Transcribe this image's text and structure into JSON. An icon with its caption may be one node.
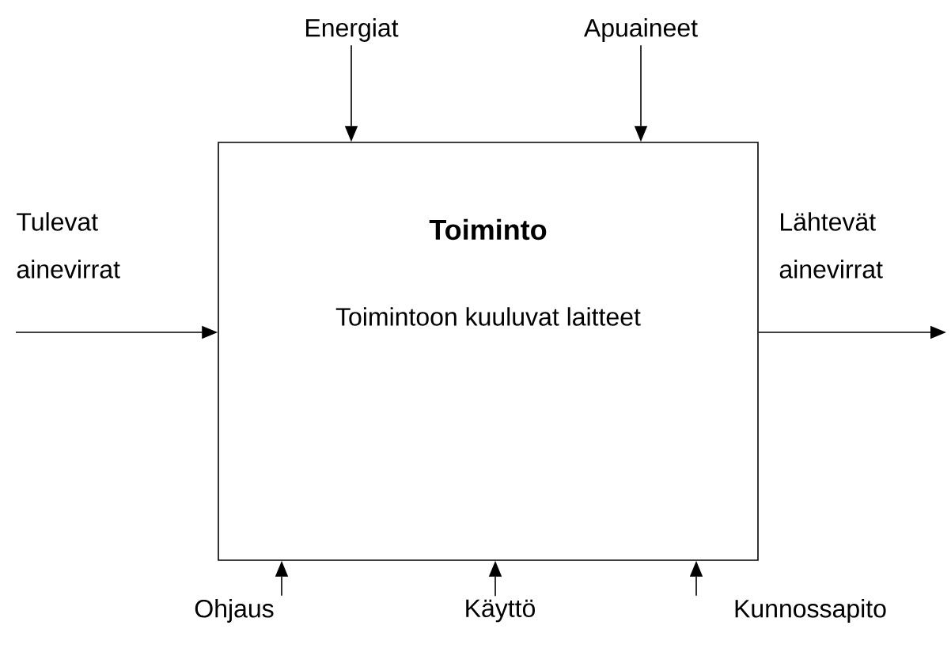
{
  "diagram": {
    "nodes": [
      {
        "text": [
          "Toiminto",
          "Toimintoon kuuluvat laitteet"
        ]
      },
      {
        "text": [
          "Energiat"
        ]
      },
      {
        "text": [
          "Apuaineet"
        ]
      },
      {
        "text": [
          "Ohjaus"
        ]
      },
      {
        "text": [
          "Käyttö"
        ]
      },
      {
        "text": [
          "Kunnossapito"
        ]
      }
    ],
    "edges": [
      {
        "from": 1,
        "to": 0,
        "arrow": "to"
      },
      {
        "from": 2,
        "to": 0,
        "arrow": "to"
      },
      {
        "from": null,
        "to": 0,
        "arrow": "to",
        "label": "Tulevat ainevirrat"
      },
      {
        "from": 0,
        "to": null,
        "arrow": "to",
        "label": "Lähtevät ainevirrat"
      },
      {
        "from": 3,
        "to": 0,
        "arrow": "to"
      },
      {
        "from": 4,
        "to": 0,
        "arrow": "to"
      },
      {
        "from": 5,
        "to": 0,
        "arrow": "to"
      }
    ]
  }
}
